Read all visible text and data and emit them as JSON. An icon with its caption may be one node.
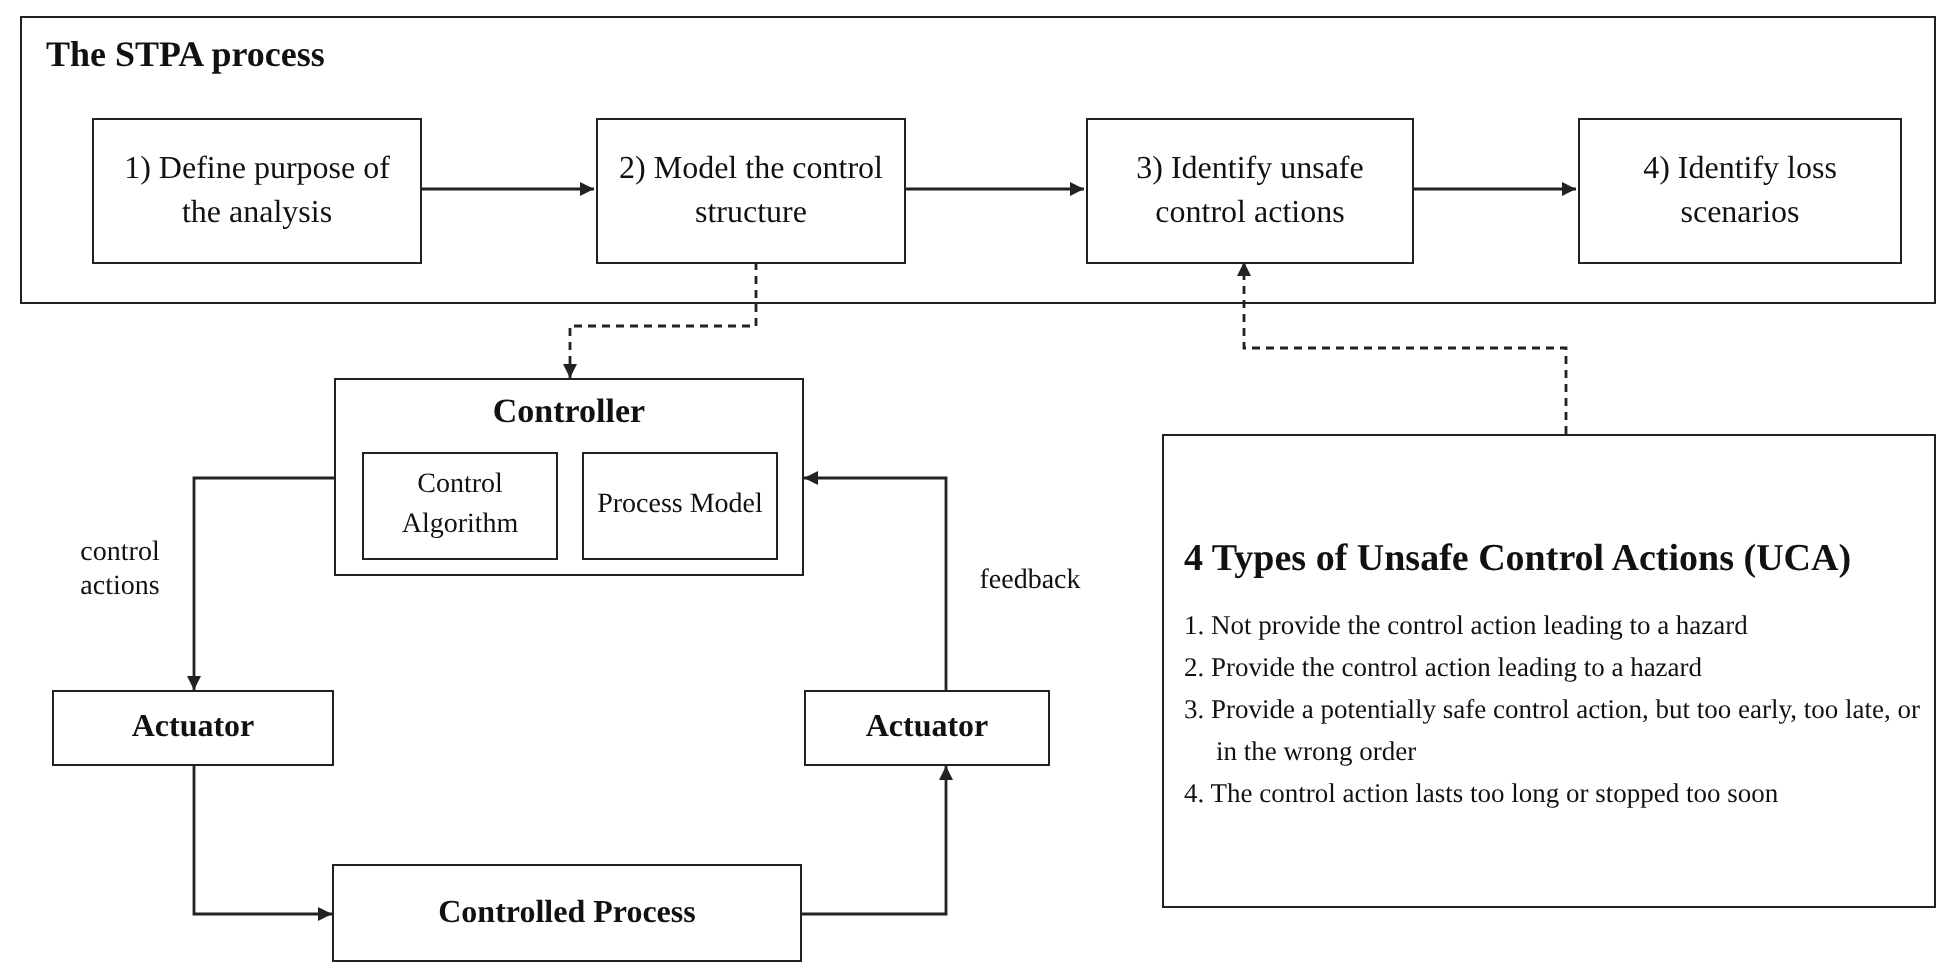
{
  "diagram": {
    "nodes": [
      {
        "text": [
          "The STPA process"
        ]
      },
      {
        "text": [
          "1) Define purpose of the analysis"
        ],
        "in": 0
      },
      {
        "text": [
          "2) Model the control structure"
        ],
        "in": 0
      },
      {
        "text": [
          "3) Identify unsafe control actions"
        ],
        "in": 0
      },
      {
        "text": [
          "4) Identify loss scenarios"
        ],
        "in": 0
      },
      {
        "text": [
          "Controller"
        ]
      },
      {
        "text": [
          "Control Algorithm"
        ],
        "in": 5
      },
      {
        "text": [
          "Process Model"
        ],
        "in": 5
      },
      {
        "text": [
          "Actuator"
        ]
      },
      {
        "text": [
          "Controlled Process"
        ]
      },
      {
        "text": [
          "Actuator"
        ]
      },
      {
        "text": [
          "4 Types of Unsafe Control Actions (UCA)",
          "1. Not provide the control action leading to a hazard",
          "2. Provide the control action leading to a hazard",
          "3. Provide a potentially safe control action, but too early, too late, or in the wrong order",
          "4. The control action lasts too long or stopped too soon"
        ]
      }
    ],
    "edges": [
      {
        "from": 1,
        "to": 2,
        "arrow": "to"
      },
      {
        "from": 2,
        "to": 3,
        "arrow": "to"
      },
      {
        "from": 3,
        "to": 4,
        "arrow": "to"
      },
      {
        "from": 2,
        "to": 5,
        "arrow": "to",
        "style": "dashed"
      },
      {
        "from": 11,
        "to": 3,
        "arrow": "to",
        "style": "dashed"
      },
      {
        "from": 5,
        "to": 8,
        "arrow": "to",
        "label": "control actions"
      },
      {
        "from": 8,
        "to": 9,
        "arrow": "to"
      },
      {
        "from": 9,
        "to": 10,
        "arrow": "to"
      },
      {
        "from": 10,
        "to": 5,
        "arrow": "to",
        "label": "feedback"
      }
    ]
  }
}
